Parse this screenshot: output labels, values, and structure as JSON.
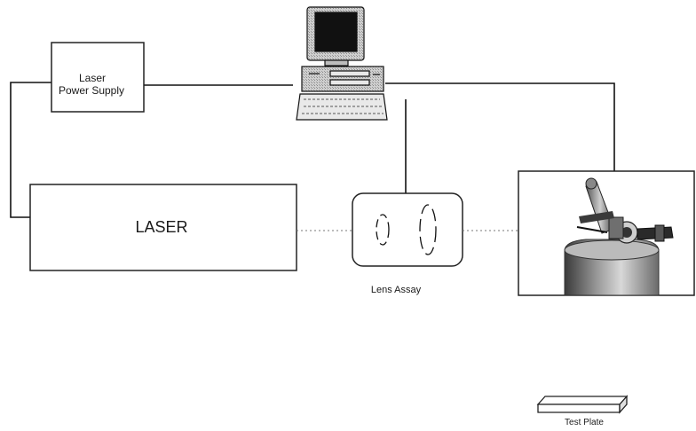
{
  "diagram": {
    "power_supply_label_line1": "Laser",
    "power_supply_label_line2": "Power Supply",
    "laser_label": "LASER",
    "lens_assay_label": "Lens Assay",
    "test_plate_label": "Test Plate"
  },
  "icons": {
    "computer": "desktop-computer-icon",
    "lens_pair": "lens-icons",
    "robot_photo": "robotic-weld-head-photo",
    "test_plate": "test-plate-icon"
  },
  "colors": {
    "line": "#111111",
    "box_border": "#222222",
    "background": "#ffffff"
  }
}
